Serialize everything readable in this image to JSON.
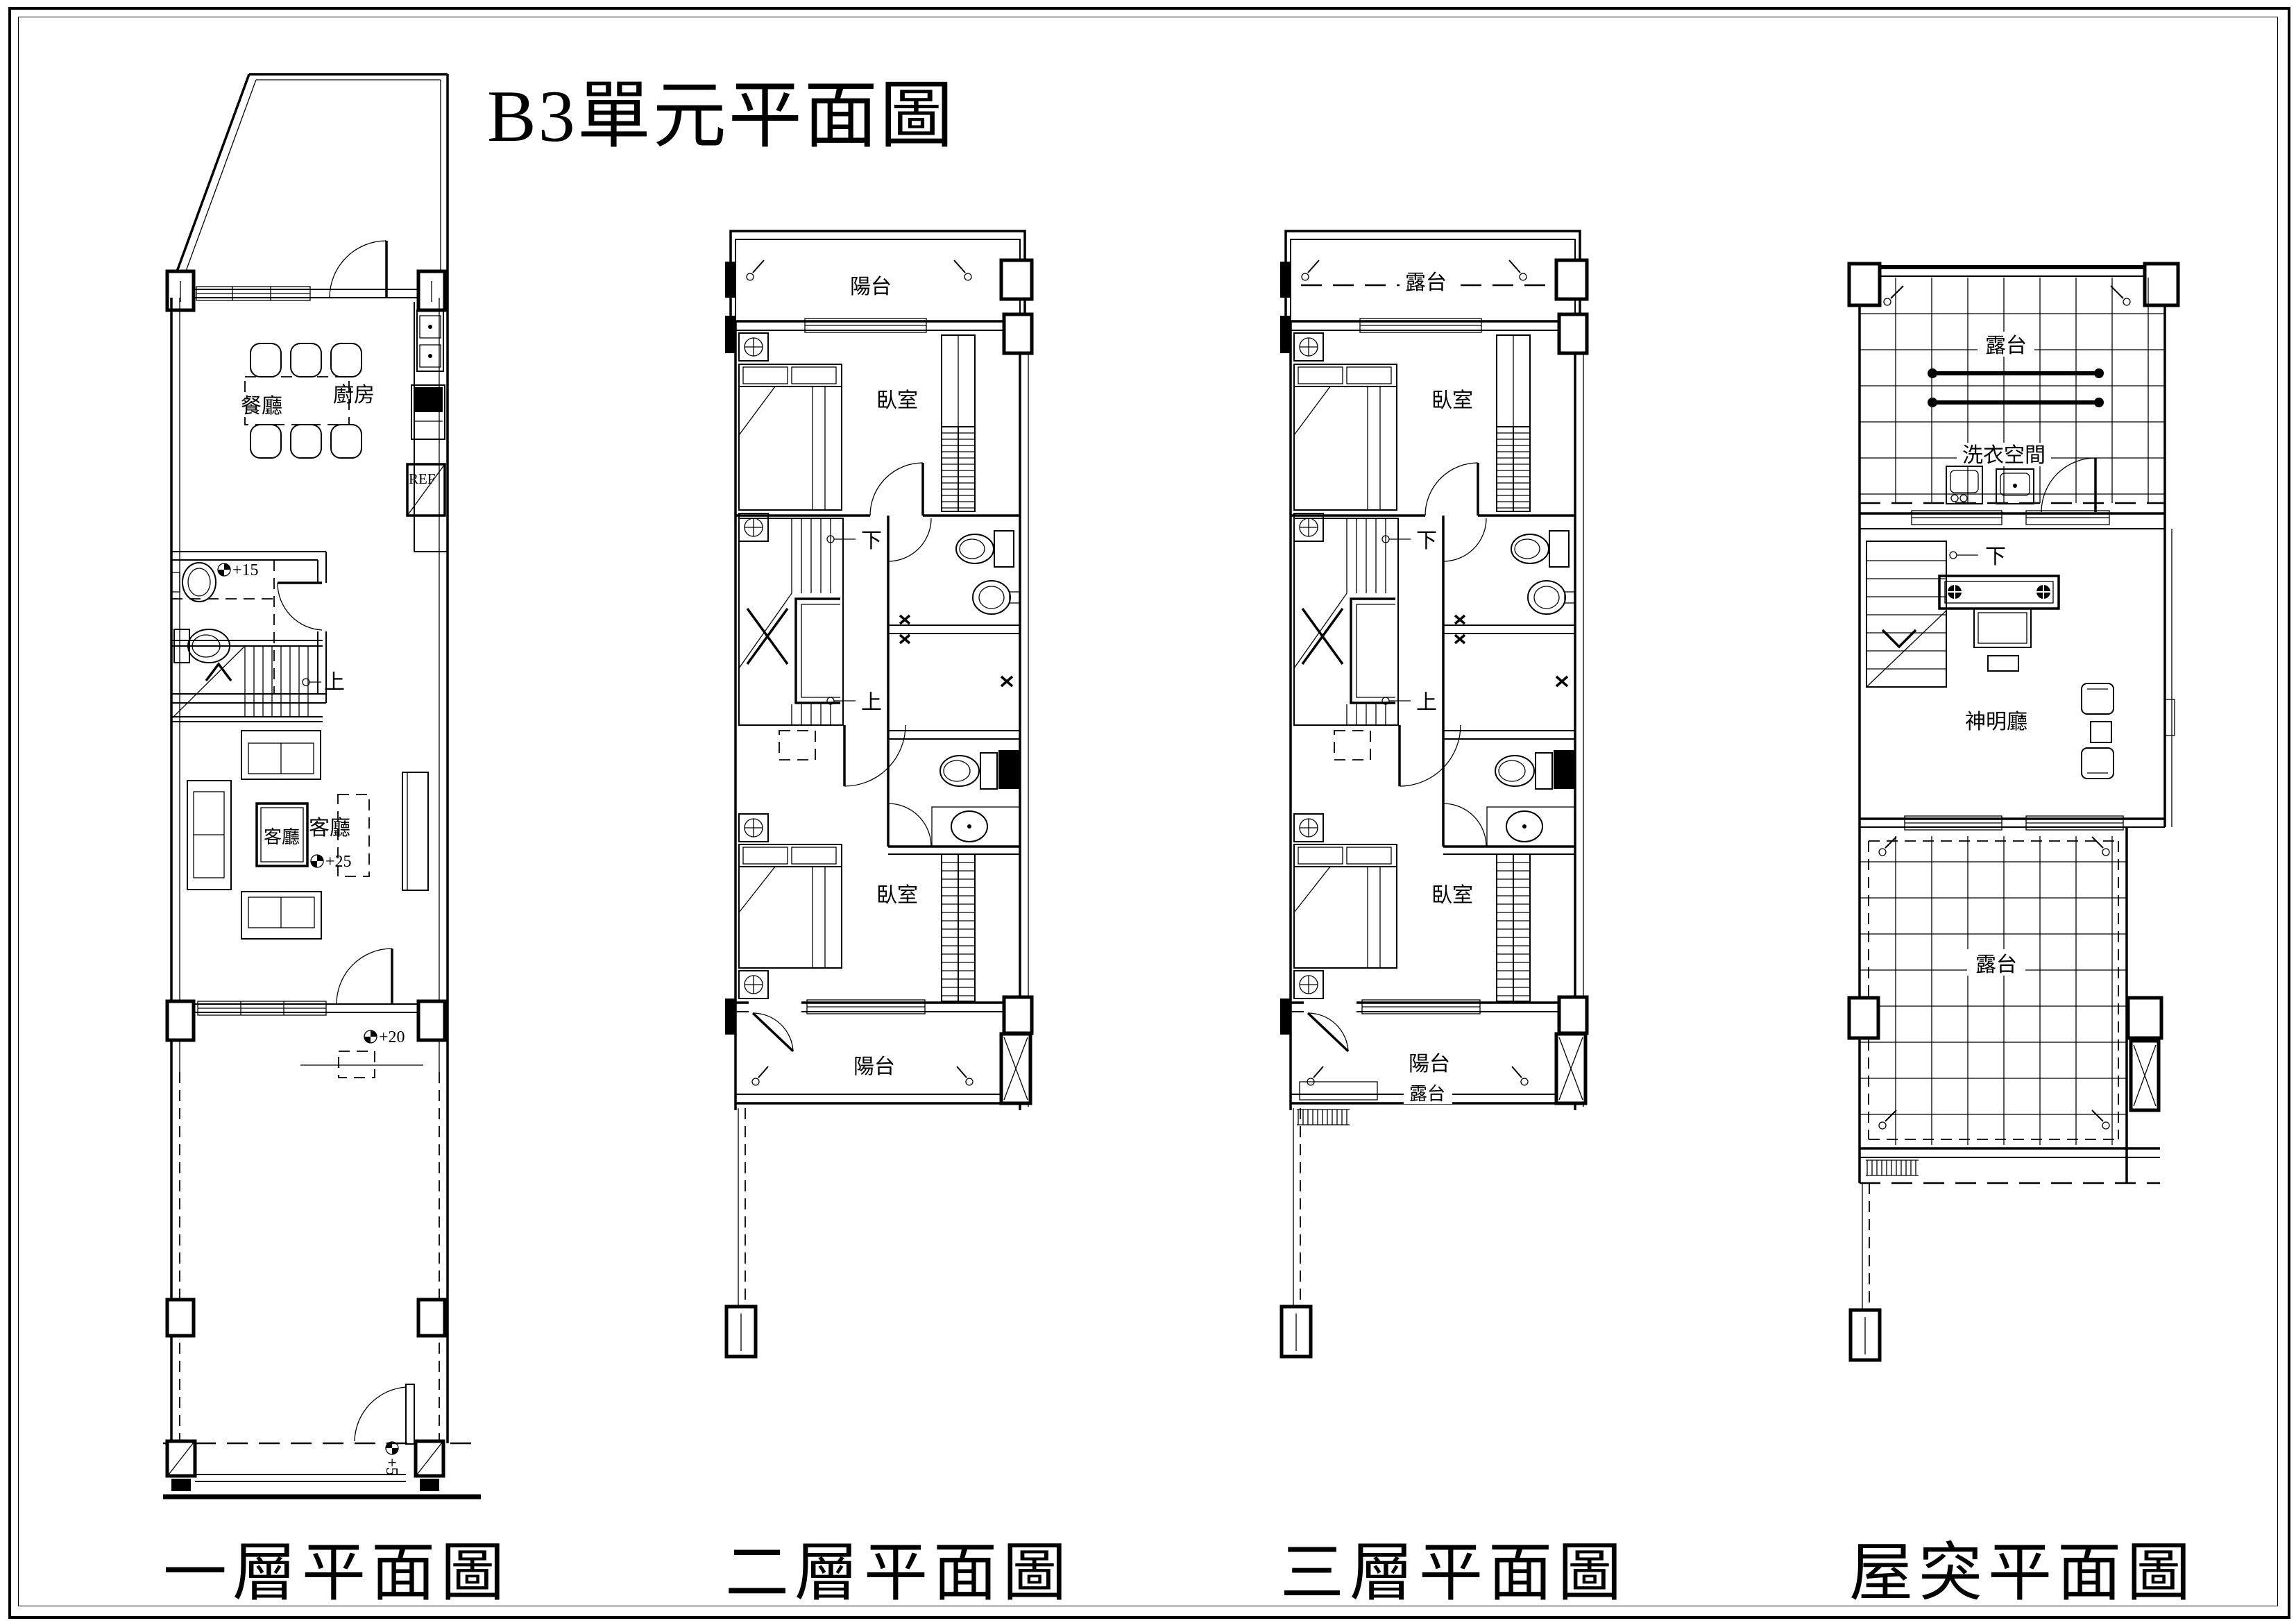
{
  "page": {
    "title": "B3單元平面圖",
    "background": "#ffffff",
    "line_color": "#000000"
  },
  "plans": [
    {
      "id": "first-floor",
      "caption": "一層平面圖",
      "labels": {
        "dining": "餐廳",
        "kitchen": "廚房",
        "fridge": "REF",
        "bath_level": "+15",
        "stair_up": "上",
        "living_a": "客廳",
        "living_b": "客廳",
        "living_level": "+25",
        "entry_level": "+20",
        "gate_level": "+5"
      }
    },
    {
      "id": "second-floor",
      "caption": "二層平面圖",
      "labels": {
        "balcony_top": "陽台",
        "bedroom_top": "臥室",
        "stair_down": "下",
        "stair_up": "上",
        "bedroom_bottom": "臥室",
        "balcony_bottom": "陽台"
      }
    },
    {
      "id": "third-floor",
      "caption": "三層平面圖",
      "labels": {
        "terrace_top": "露台",
        "bedroom_top": "臥室",
        "stair_down": "下",
        "stair_up": "上",
        "bedroom_bottom": "臥室",
        "balcony_bottom": "陽台",
        "terrace_bottom": "露台"
      }
    },
    {
      "id": "roof",
      "caption": "屋突平面圖",
      "labels": {
        "terrace_top": "露台",
        "laundry": "洗衣空間",
        "stair_down": "下",
        "shrine": "神明廳",
        "terrace_bottom": "露台"
      }
    }
  ]
}
